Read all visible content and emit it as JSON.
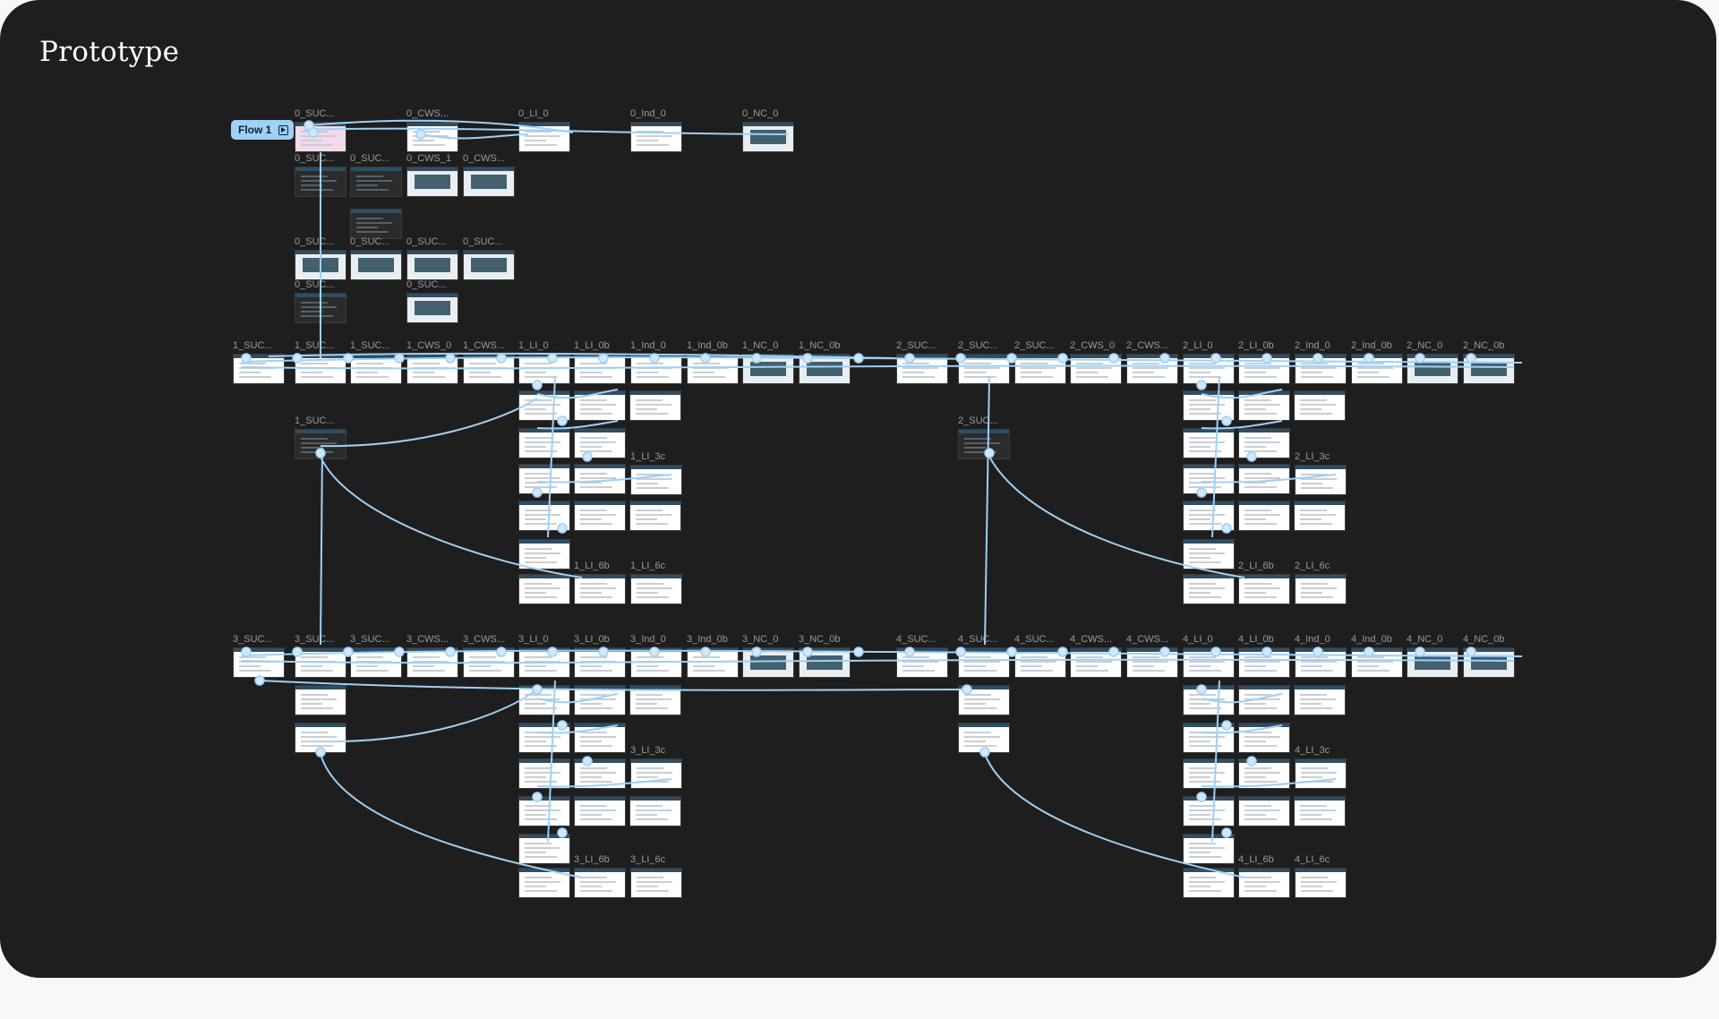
{
  "title": "Prototype",
  "flow": {
    "label": "Flow 1",
    "icon": "flow-start-icon"
  },
  "colors": {
    "canvas": "#1e1e1e",
    "connector": "#9fd0f5",
    "badge": "#9fd0f5"
  },
  "frames": [
    {
      "label": "0_SUC..."
    },
    {
      "label": "0_CWS..."
    },
    {
      "label": "0_LI_0"
    },
    {
      "label": "0_Ind_0"
    },
    {
      "label": "0_NC_0"
    },
    {
      "label": "0_SUC..."
    },
    {
      "label": "0_SUC..."
    },
    {
      "label": "0_CWS_1"
    },
    {
      "label": "0_CWS..."
    },
    {
      "label": ""
    },
    {
      "label": "0_SUC..."
    },
    {
      "label": "0_SUC..."
    },
    {
      "label": "0_SUC..."
    },
    {
      "label": "0_SUC..."
    },
    {
      "label": "0_SUC..."
    },
    {
      "label": "0_SUC..."
    },
    {
      "label": "1_SUC..."
    },
    {
      "label": "1_SUC..."
    },
    {
      "label": "1_SUC..."
    },
    {
      "label": "1_CWS_0"
    },
    {
      "label": "1_CWS..."
    },
    {
      "label": "1_LI_0"
    },
    {
      "label": "1_LI_0b"
    },
    {
      "label": "1_Ind_0"
    },
    {
      "label": "1_Ind_0b"
    },
    {
      "label": "1_NC_0"
    },
    {
      "label": "1_NC_0b"
    },
    {
      "label": "2_SUC..."
    },
    {
      "label": "2_SUC..."
    },
    {
      "label": "2_SUC..."
    },
    {
      "label": "2_CWS_0"
    },
    {
      "label": "2_CWS..."
    },
    {
      "label": "2_LI_0"
    },
    {
      "label": "2_LI_0b"
    },
    {
      "label": "2_Ind_0"
    },
    {
      "label": "2_Ind_0b"
    },
    {
      "label": "2_NC_0"
    },
    {
      "label": "2_NC_0b"
    },
    {
      "label": "1_SUC..."
    },
    {
      "label": "2_SUC..."
    },
    {
      "label": "1_LI_3c"
    },
    {
      "label": "2_LI_3c"
    },
    {
      "label": "1_LI_6b"
    },
    {
      "label": "1_LI_6c"
    },
    {
      "label": "2_LI_6b"
    },
    {
      "label": "2_LI_6c"
    },
    {
      "label": "3_SUC..."
    },
    {
      "label": "3_SUC..."
    },
    {
      "label": "3_SUC..."
    },
    {
      "label": "3_CWS..."
    },
    {
      "label": "3_CWS..."
    },
    {
      "label": "3_LI_0"
    },
    {
      "label": "3_LI_0b"
    },
    {
      "label": "3_Ind_0"
    },
    {
      "label": "3_Ind_0b"
    },
    {
      "label": "3_NC_0"
    },
    {
      "label": "3_NC_0b"
    },
    {
      "label": "4_SUC..."
    },
    {
      "label": "4_SUC..."
    },
    {
      "label": "4_SUC..."
    },
    {
      "label": "4_CWS..."
    },
    {
      "label": "4_CWS..."
    },
    {
      "label": "4_LI_0"
    },
    {
      "label": "4_LI_0b"
    },
    {
      "label": "4_Ind_0"
    },
    {
      "label": "4_Ind_0b"
    },
    {
      "label": "4_NC_0"
    },
    {
      "label": "4_NC_0b"
    },
    {
      "label": "3_LI_3c"
    },
    {
      "label": "4_LI_3c"
    },
    {
      "label": "3_LI_6b"
    },
    {
      "label": "3_LI_6c"
    },
    {
      "label": "4_LI_6b"
    },
    {
      "label": "4_LI_6c"
    }
  ]
}
